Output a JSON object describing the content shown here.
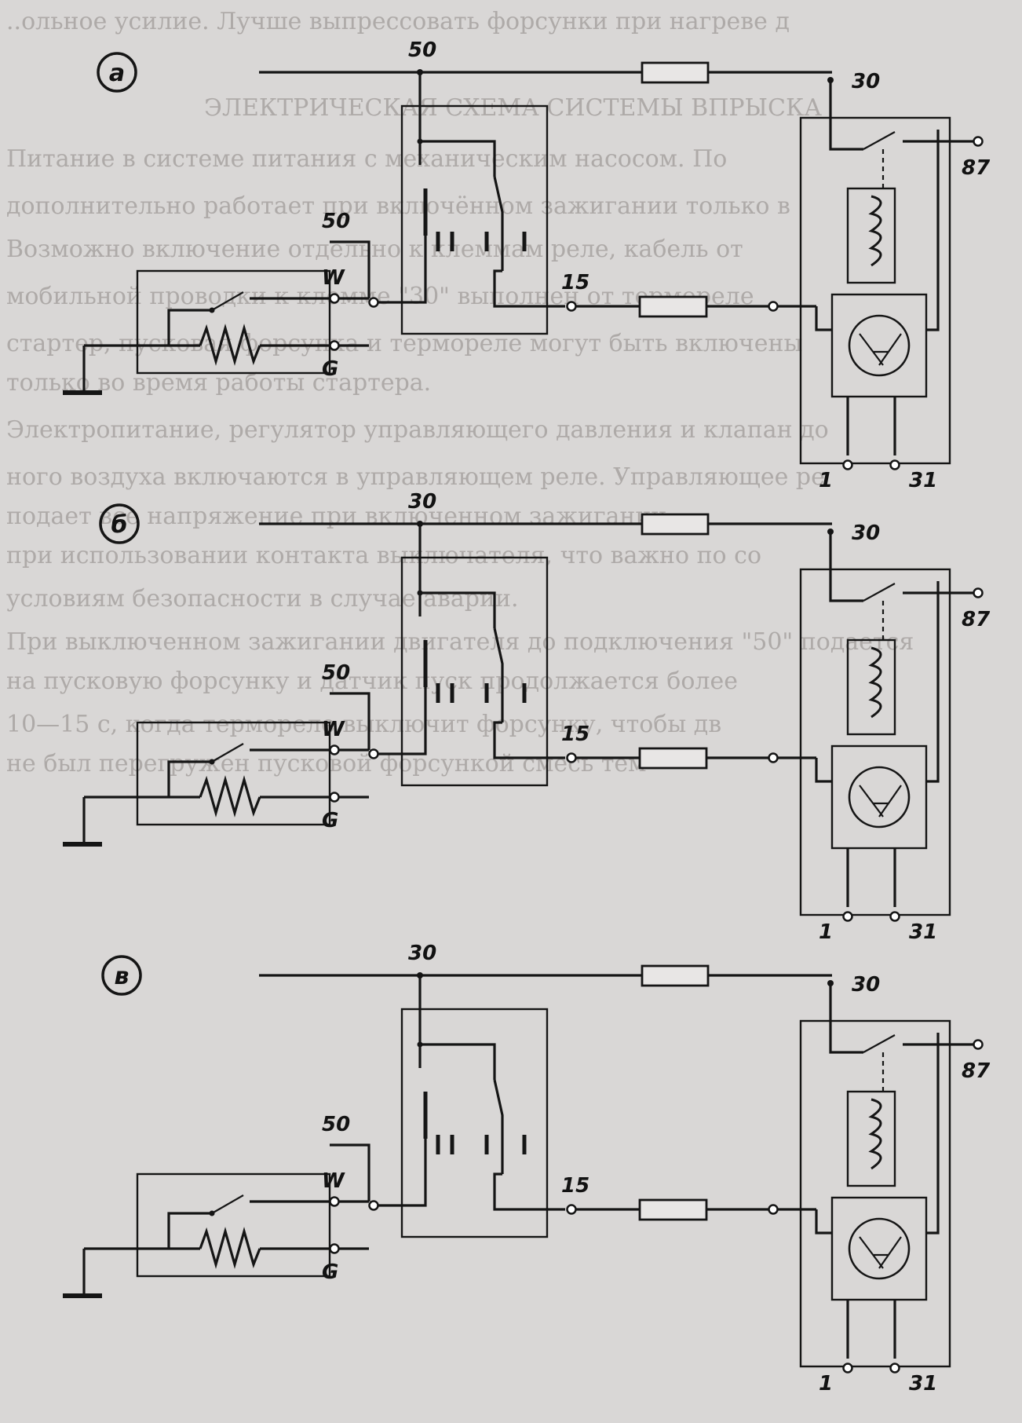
{
  "background_text": [
    "..ольное усилие. Лучше выпрессовать форсунки при нагреве д",
    "ЭЛЕКТРИЧЕСКАЯ СХЕМА СИСТЕМЫ ВПРЫСКА",
    "Питание в системе питания с механическим насосом. По",
    "дополнительно работает при включённом зажигании только в",
    "Возможно включение отдельно к клеммам реле, кабель от",
    "мобильной проводки к клемме \"30\" выполнен от термореле",
    "стартер, пусковая форсунка и термореле могут быть включены",
    "только во время работы стартера.",
    "Электропитание, регулятор управляющего давления и клапан до",
    "ного воздуха включаются в управляющем реле. Управляющее ре",
    "подает все напряжение при включенном зажигании",
    "при использовании контакта выключателя, что важно по со",
    "условиям безопасности в случае аварии.",
    "При выключенном зажигании двигателя до подключения \"50\" подается",
    "на пусковую форсунку и датчик пуск продолжается более",
    "10—15 с, когда термореле выключит форсунку, чтобы дв",
    "не был перегружен пусковой форсункой смесь тем"
  ],
  "diagrams": [
    {
      "letter": "а",
      "left_top_label": "50",
      "in_label": "50",
      "w_label": "W",
      "g_label": "G",
      "mid_label": "15",
      "relay_top_label": "30",
      "out_label": "87",
      "bottom_left_label": "1",
      "bottom_right_label": "31"
    },
    {
      "letter": "б",
      "left_top_label": "30",
      "in_label": "50",
      "w_label": "W",
      "g_label": "G",
      "mid_label": "15",
      "relay_top_label": "30",
      "out_label": "87",
      "bottom_left_label": "1",
      "bottom_right_label": "31"
    },
    {
      "letter": "в",
      "left_top_label": "30",
      "in_label": "50",
      "w_label": "W",
      "g_label": "G",
      "mid_label": "15",
      "relay_top_label": "30",
      "out_label": "87",
      "bottom_left_label": "1",
      "bottom_right_label": "31"
    }
  ]
}
